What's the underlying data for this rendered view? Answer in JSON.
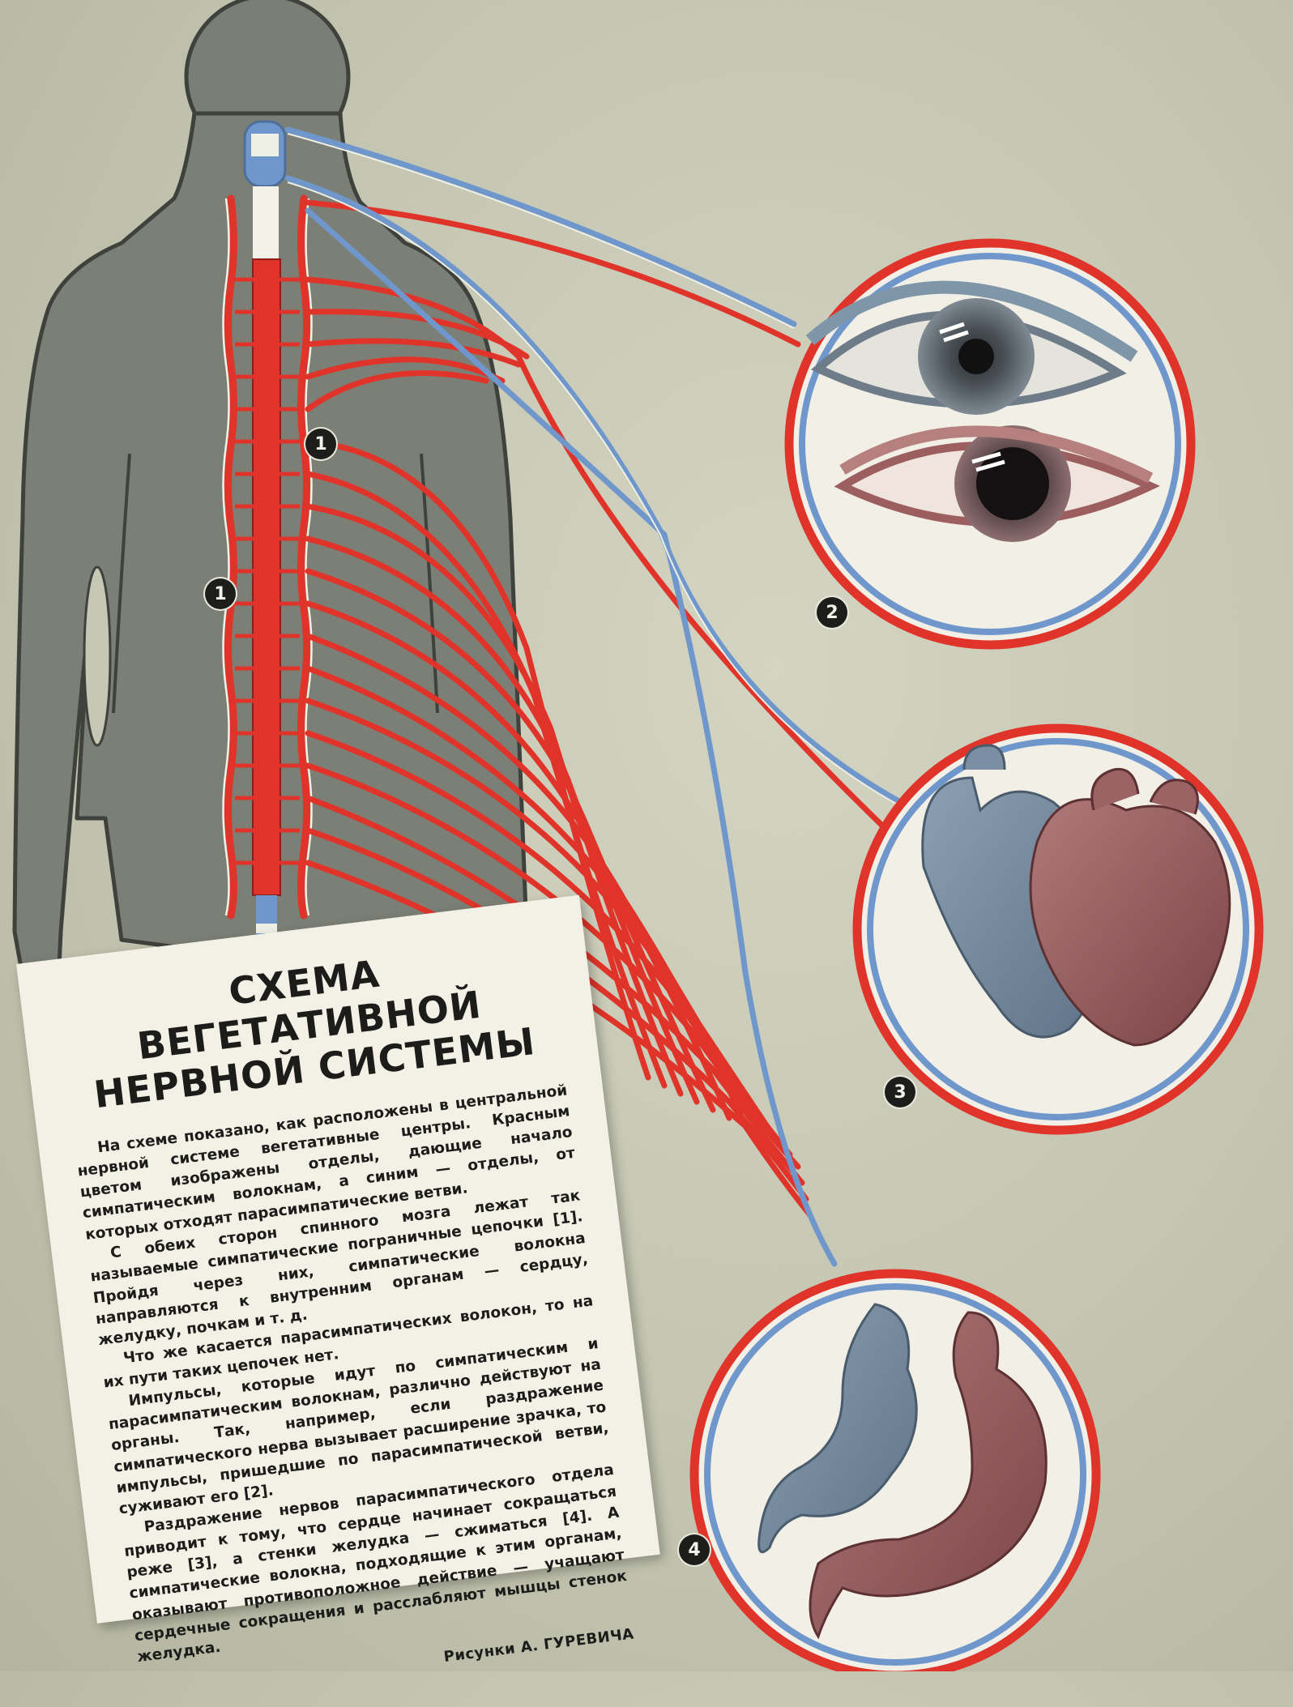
{
  "title_line1": "СХЕМА ВЕГЕТАТИВНОЙ",
  "title_line2": "НЕРВНОЙ СИСТЕМЫ",
  "paragraphs": [
    "На схеме показано, как расположены в центральной нервной системе вегетативные центры. Красным цветом изображены отделы, дающие начало симпатическим волокнам, а синим — отделы, от которых отходят парасимпатические ветви.",
    "С обеих сторон спинного мозга лежат так называемые симпатические пограничные цепочки [1]. Пройдя через них, симпатические волокна направляются к внутренним органам — сердцу, желудку, почкам и т. д.",
    "Что же касается парасимпатических волокон, то на их пути таких цепочек нет.",
    "Импульсы, которые идут по симпатическим и парасимпатическим волокнам, различно действуют на органы. Так, например, если раздражение симпатического нерва вызывает расширение зрачка, то импульсы, пришедшие по парасимпатической ветви, суживают его [2].",
    "Раздражение нервов парасимпатического отдела приводит к тому, что сердце начинает сокращаться реже [3], а стенки желудка — сжиматься [4]. А симпатические волокна, подходящие к этим органам, оказывают противоположное действие — учащают сердечные сокращения и расслабляют мышцы стенок желудка."
  ],
  "credit": "Рисунки А. ГУРЕВИЧА",
  "callouts": [
    "1",
    "1",
    "2",
    "3",
    "4"
  ],
  "colors": {
    "sympathetic": "#e0342a",
    "parasympathetic": "#6f97cc",
    "body_silhouette": "#7c7f76",
    "background": "#c6c8b5"
  }
}
